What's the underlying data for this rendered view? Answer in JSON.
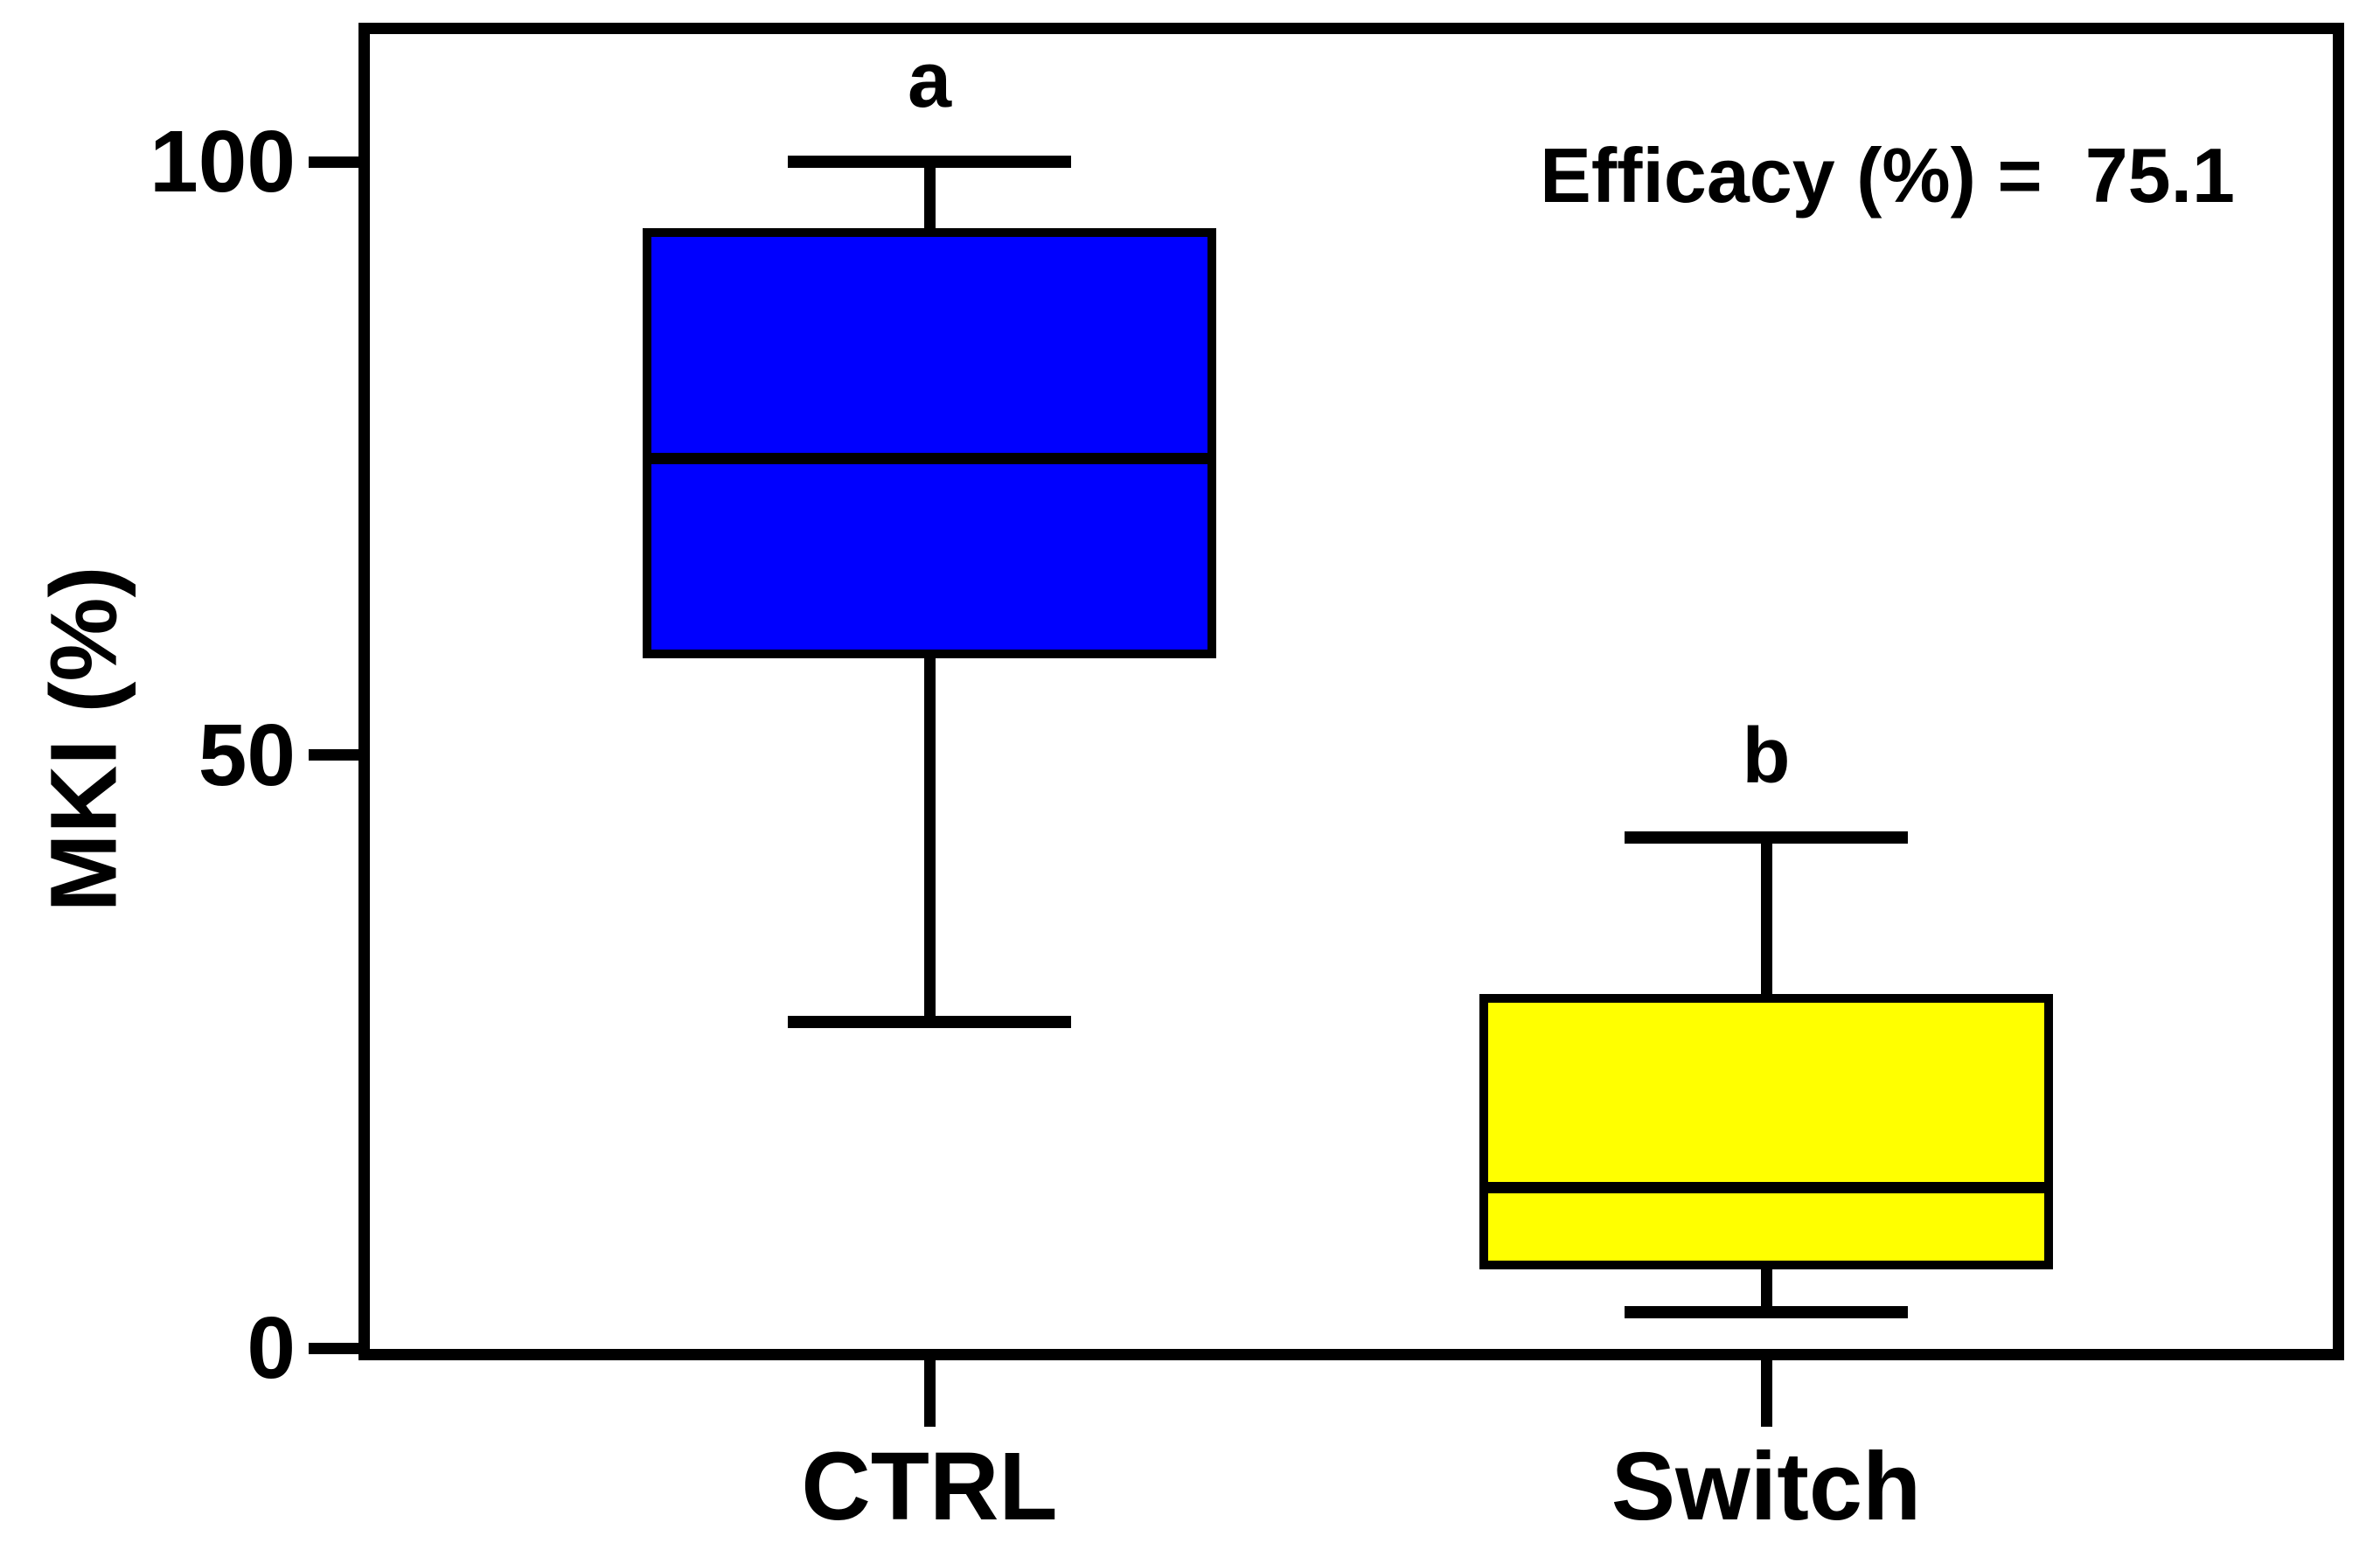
{
  "chart_data": {
    "type": "box",
    "title": "",
    "ylabel": "MKI (%)",
    "xlabel": "",
    "ylim": [
      0,
      100
    ],
    "yticks": [
      0,
      50,
      100
    ],
    "categories": [
      "CTRL",
      "Switch"
    ],
    "grid": false,
    "legend_position": "none",
    "annotation": "Efficacy (%) =  75.1",
    "efficacy_percent": 75.1,
    "series": [
      {
        "name": "CTRL",
        "letter": "a",
        "color": "#0000FF",
        "whisker_low": 27.5,
        "q1": 58.5,
        "median": 75,
        "q3": 94,
        "whisker_high": 100
      },
      {
        "name": "Switch",
        "letter": "b",
        "color": "#FFFF00",
        "whisker_low": 3,
        "q1": 7,
        "median": 13.5,
        "q3": 29.5,
        "whisker_high": 43
      }
    ]
  },
  "colors": {
    "background": "#FFFFFF",
    "frame": "#000000",
    "text": "#000000",
    "ctrl_box": "#0000FF",
    "switch_box": "#FFFF00"
  }
}
